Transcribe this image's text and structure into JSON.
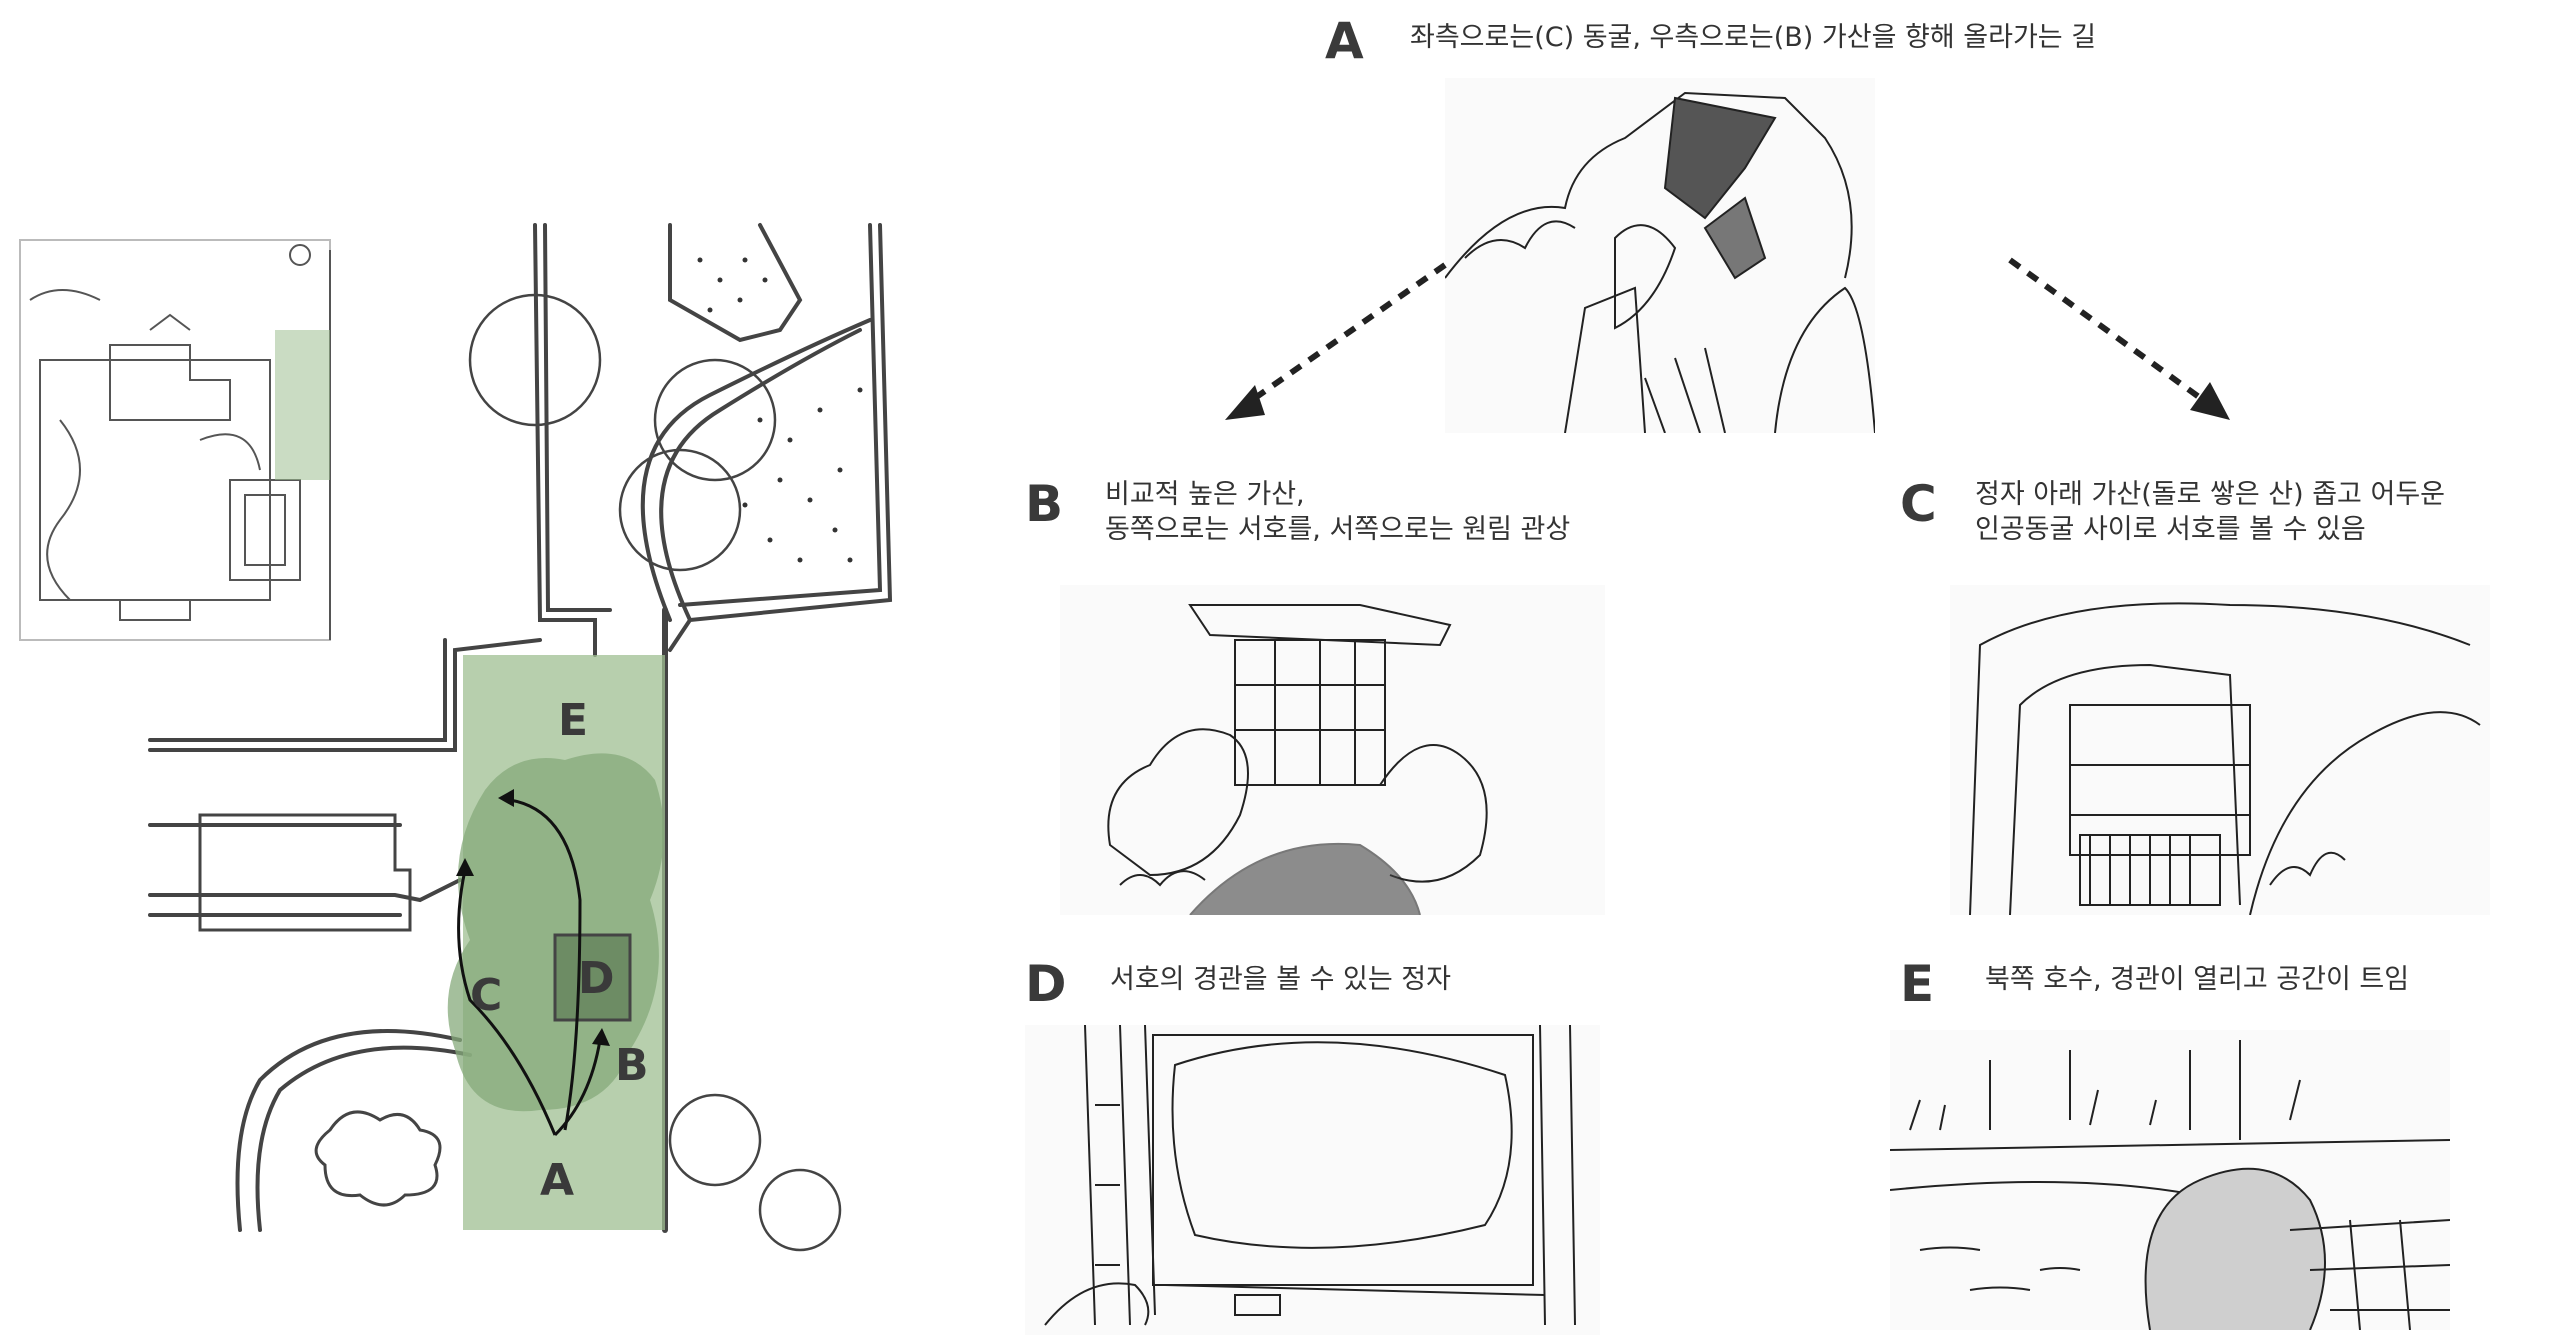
{
  "map": {
    "labels": {
      "A": "A",
      "B": "B",
      "C": "C",
      "D": "D",
      "E": "E"
    },
    "highlight_color": "#9fbf92"
  },
  "panels": {
    "A": {
      "letter": "A",
      "caption": "좌측으로는(C) 동굴, 우측으로는(B) 가산을 향해 올라가는 길"
    },
    "B": {
      "letter": "B",
      "caption_line1": "비교적 높은 가산,",
      "caption_line2": "동쪽으로는 서호를, 서쪽으로는 원림 관상"
    },
    "C": {
      "letter": "C",
      "caption_line1": "정자 아래 가산(돌로 쌓은 산) 좁고 어두운",
      "caption_line2": "인공동굴 사이로 서호를 볼 수 있음"
    },
    "D": {
      "letter": "D",
      "caption": "서호의 경관을 볼 수 있는 정자"
    },
    "E": {
      "letter": "E",
      "caption": "북쪽 호수, 경관이 열리고 공간이 트임"
    }
  },
  "icons": {
    "arrow_left": "dotted-arrow-down-left",
    "arrow_right": "dotted-arrow-down-right"
  }
}
